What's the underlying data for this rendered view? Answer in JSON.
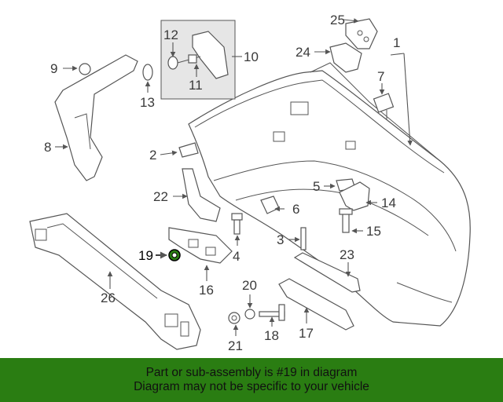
{
  "callouts": [
    "1",
    "2",
    "3",
    "4",
    "5",
    "6",
    "7",
    "8",
    "9",
    "10",
    "11",
    "12",
    "13",
    "14",
    "15",
    "16",
    "17",
    "18",
    "19",
    "20",
    "21",
    "22",
    "23",
    "24",
    "25",
    "26"
  ],
  "highlighted_callout": "19",
  "banner": {
    "line1": "Part or sub-assembly is #19 in diagram",
    "line2": "Diagram may not be specific to your vehicle",
    "color": "#2a7d12"
  }
}
